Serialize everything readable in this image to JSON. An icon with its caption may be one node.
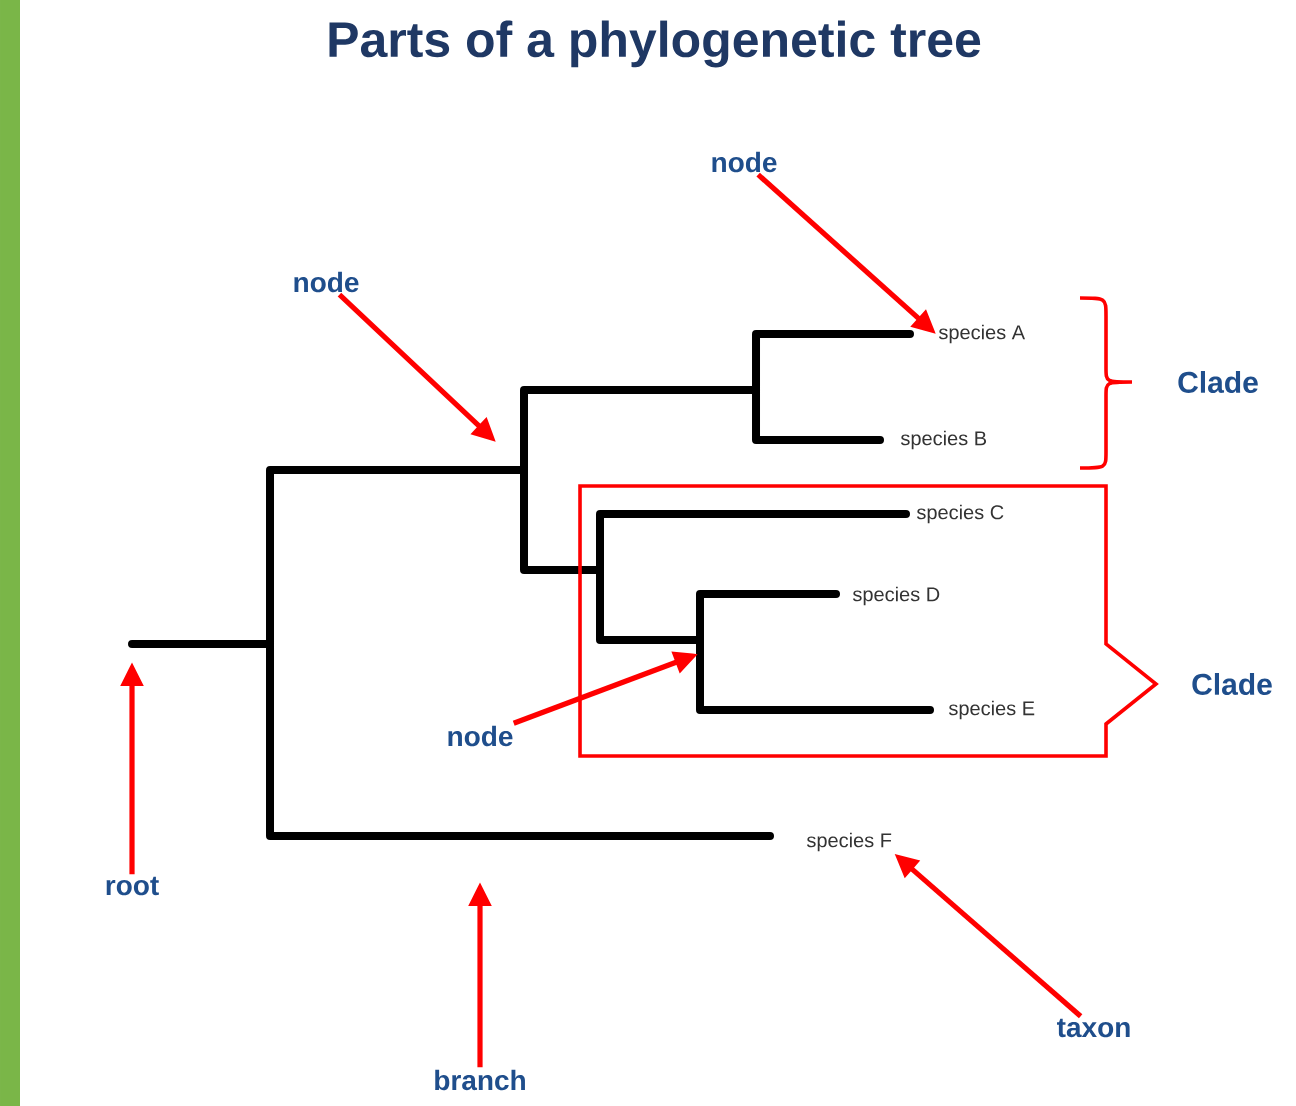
{
  "diagram": {
    "title": "Parts of a phylogenetic tree",
    "nodes": [
      {
        "text": [
          "node"
        ]
      },
      {
        "text": [
          "node"
        ]
      },
      {
        "text": [
          "node"
        ]
      },
      {
        "text": [
          "root"
        ]
      },
      {
        "text": [
          "branch"
        ]
      },
      {
        "text": [
          "taxon"
        ]
      },
      {
        "text": [
          "species A"
        ]
      },
      {
        "text": [
          "species B"
        ]
      },
      {
        "text": [
          "species C"
        ]
      },
      {
        "text": [
          "species D"
        ]
      },
      {
        "text": [
          "species E"
        ]
      },
      {
        "text": [
          "species F"
        ]
      },
      {
        "text": [
          "Clade"
        ]
      },
      {
        "text": [
          "Clade"
        ]
      }
    ],
    "edges": [
      {
        "from": 0,
        "to": 6,
        "arrow": "to"
      },
      {
        "from": 1,
        "to": null,
        "arrow": "to"
      },
      {
        "from": 2,
        "to": null,
        "arrow": "to"
      },
      {
        "from": 3,
        "to": null,
        "arrow": "to"
      },
      {
        "from": 4,
        "to": null,
        "arrow": "to"
      },
      {
        "from": 5,
        "to": 11,
        "arrow": "to"
      }
    ]
  }
}
